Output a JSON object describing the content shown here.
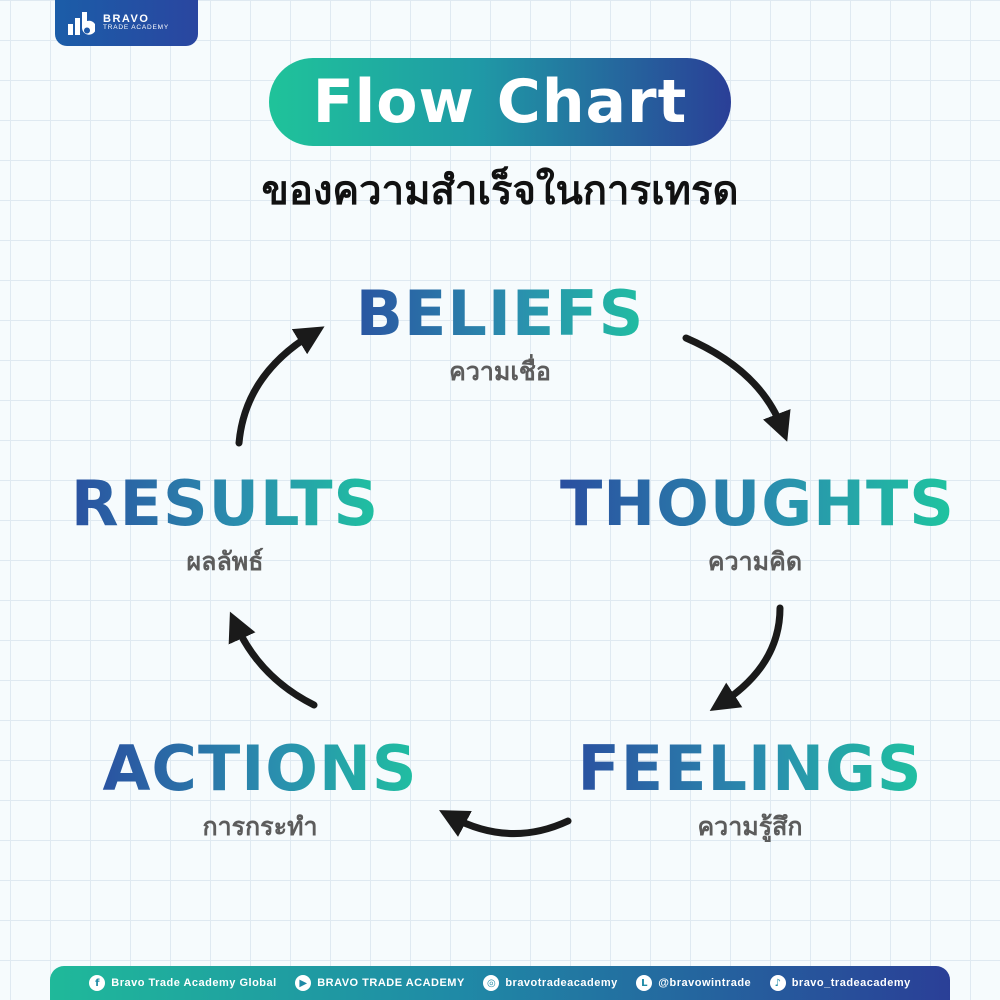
{
  "logo": {
    "brand": "BRAVO",
    "sub": "TRADE ACADEMY"
  },
  "title": "Flow Chart",
  "subtitle": "ของความสำเร็จในการเทรด",
  "stages": {
    "beliefs": {
      "label": "BELIEFS",
      "thai": "ความเชื่อ"
    },
    "thoughts": {
      "label": "THOUGHTS",
      "thai": "ความคิด"
    },
    "feelings": {
      "label": "FEELINGS",
      "thai": "ความรู้สึก"
    },
    "actions": {
      "label": "ACTIONS",
      "thai": "การกระทำ"
    },
    "results": {
      "label": "RESULTS",
      "thai": "ผลลัพธ์"
    }
  },
  "colors": {
    "gradient_start": "#2a4fa0",
    "gradient_end": "#1fc3a0",
    "arrow": "#1a1a1a",
    "thai_text": "#5c5c5c"
  },
  "footer": {
    "items": [
      {
        "icon": "facebook-icon",
        "glyph": "f",
        "text": "Bravo Trade Academy Global"
      },
      {
        "icon": "youtube-icon",
        "glyph": "▶",
        "text": "BRAVO TRADE ACADEMY"
      },
      {
        "icon": "instagram-icon",
        "glyph": "◎",
        "text": "bravotradeacademy"
      },
      {
        "icon": "line-icon",
        "glyph": "L",
        "text": "@bravowintrade"
      },
      {
        "icon": "tiktok-icon",
        "glyph": "♪",
        "text": "bravo_tradeacademy"
      }
    ]
  }
}
